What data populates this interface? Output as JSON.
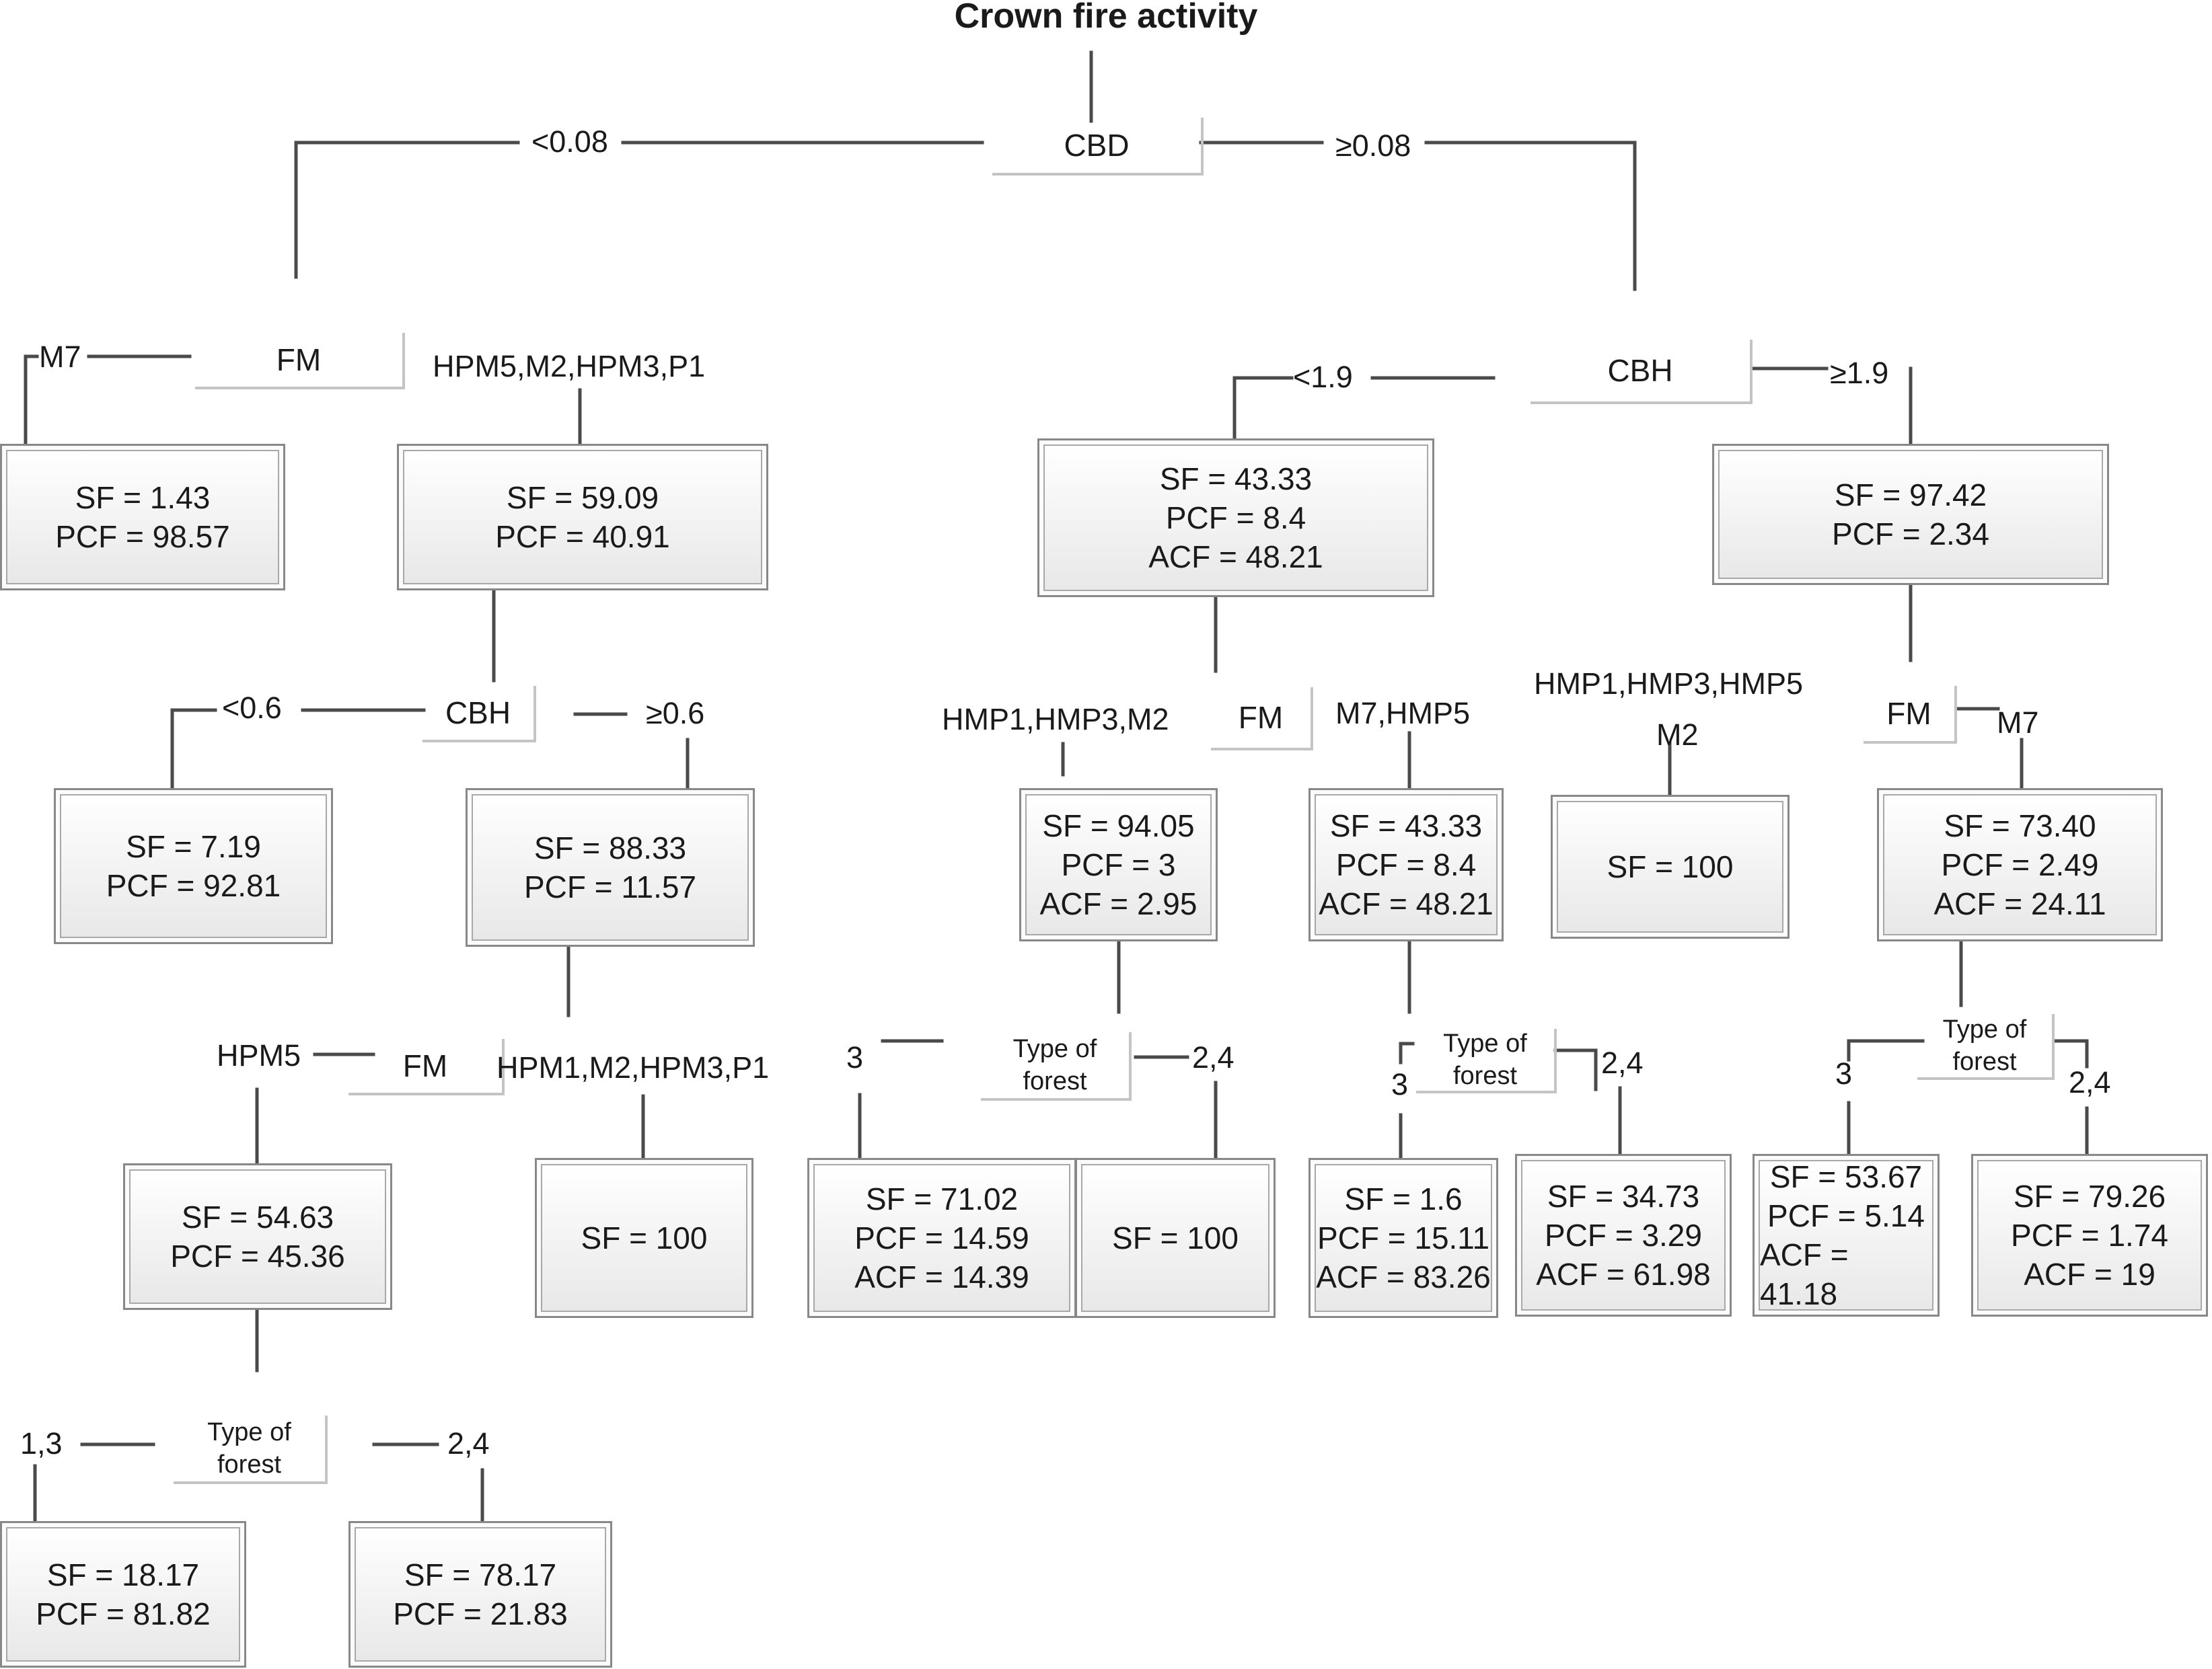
{
  "title": "Crown fire activity",
  "splits": {
    "root": "CBD",
    "left_fm": "FM",
    "right_cbh": "CBH",
    "l2_cbh": "CBH",
    "l3_fm": "FM",
    "l4_type": [
      "Type of",
      "forest"
    ],
    "rl_fm": "FM",
    "rl_type_a": [
      "Type of",
      "forest"
    ],
    "rl_type_b": [
      "Type of",
      "forest"
    ],
    "rr_fm": "FM",
    "rr_type": [
      "Type of",
      "forest"
    ]
  },
  "labels": {
    "lt_008": "<0.08",
    "ge_008": "≥0.08",
    "m7_left": "M7",
    "hpm5_m2_hpm3_p1": "HPM5,M2,HPM3,P1",
    "lt_19": "<1.9",
    "ge_19": "≥1.9",
    "lt_06": "<0.6",
    "ge_06": "≥0.6",
    "hmp1_hmp3_m2": "HMP1,HMP3,M2",
    "m7_hmp5": "M7,HMP5",
    "hmp1_hmp3_hmp5": "HMP1,HMP3,HMP5",
    "m2": "M2",
    "m7_right": "M7",
    "hpm5": "HPM5",
    "hpm1_m2_hpm3_p1": "HPM1,M2,HPM3,P1",
    "three_a": "3",
    "two_four_a": "2,4",
    "three_b": "3",
    "two_four_b": "2,4",
    "three_c": "3",
    "two_four_c": "2,4",
    "one_three": "1,3",
    "two_four_d": "2,4"
  },
  "nodes": {
    "n_sf143": [
      "SF = 1.43",
      "PCF = 98.57"
    ],
    "n_sf5909": [
      "SF = 59.09",
      "PCF = 40.91"
    ],
    "n_sf4333a": [
      "SF = 43.33",
      "PCF = 8.4",
      "ACF = 48.21"
    ],
    "n_sf9742": [
      "SF = 97.42",
      "PCF = 2.34"
    ],
    "n_sf719": [
      "SF = 7.19",
      "PCF = 92.81"
    ],
    "n_sf8833": [
      "SF = 88.33",
      "PCF = 11.57"
    ],
    "n_sf9405": [
      "SF = 94.05",
      "PCF = 3",
      "ACF = 2.95"
    ],
    "n_sf4333b": [
      "SF = 43.33",
      "PCF = 8.4",
      "ACF = 48.21"
    ],
    "n_sf100a": [
      "SF = 100"
    ],
    "n_sf7340": [
      "SF = 73.40",
      "PCF = 2.49",
      "ACF = 24.11"
    ],
    "n_sf5463": [
      "SF = 54.63",
      "PCF = 45.36"
    ],
    "n_sf100b": [
      "SF = 100"
    ],
    "n_sf7102": [
      "SF = 71.02",
      "PCF = 14.59",
      "ACF = 14.39"
    ],
    "n_sf100c": [
      "SF = 100"
    ],
    "n_sf16": [
      "SF = 1.6",
      "PCF = 15.11",
      "ACF = 83.26"
    ],
    "n_sf3473": [
      "SF = 34.73",
      "PCF = 3.29",
      "ACF = 61.98"
    ],
    "n_sf5367": [
      "SF = 53.67",
      "PCF = 5.14",
      "ACF = 41.18"
    ],
    "n_sf7926": [
      "SF = 79.26",
      "PCF = 1.74",
      "ACF = 19"
    ],
    "n_sf1817": [
      "SF = 18.17",
      "PCF = 81.82"
    ],
    "n_sf7817": [
      "SF = 78.17",
      "PCF = 21.83"
    ]
  }
}
